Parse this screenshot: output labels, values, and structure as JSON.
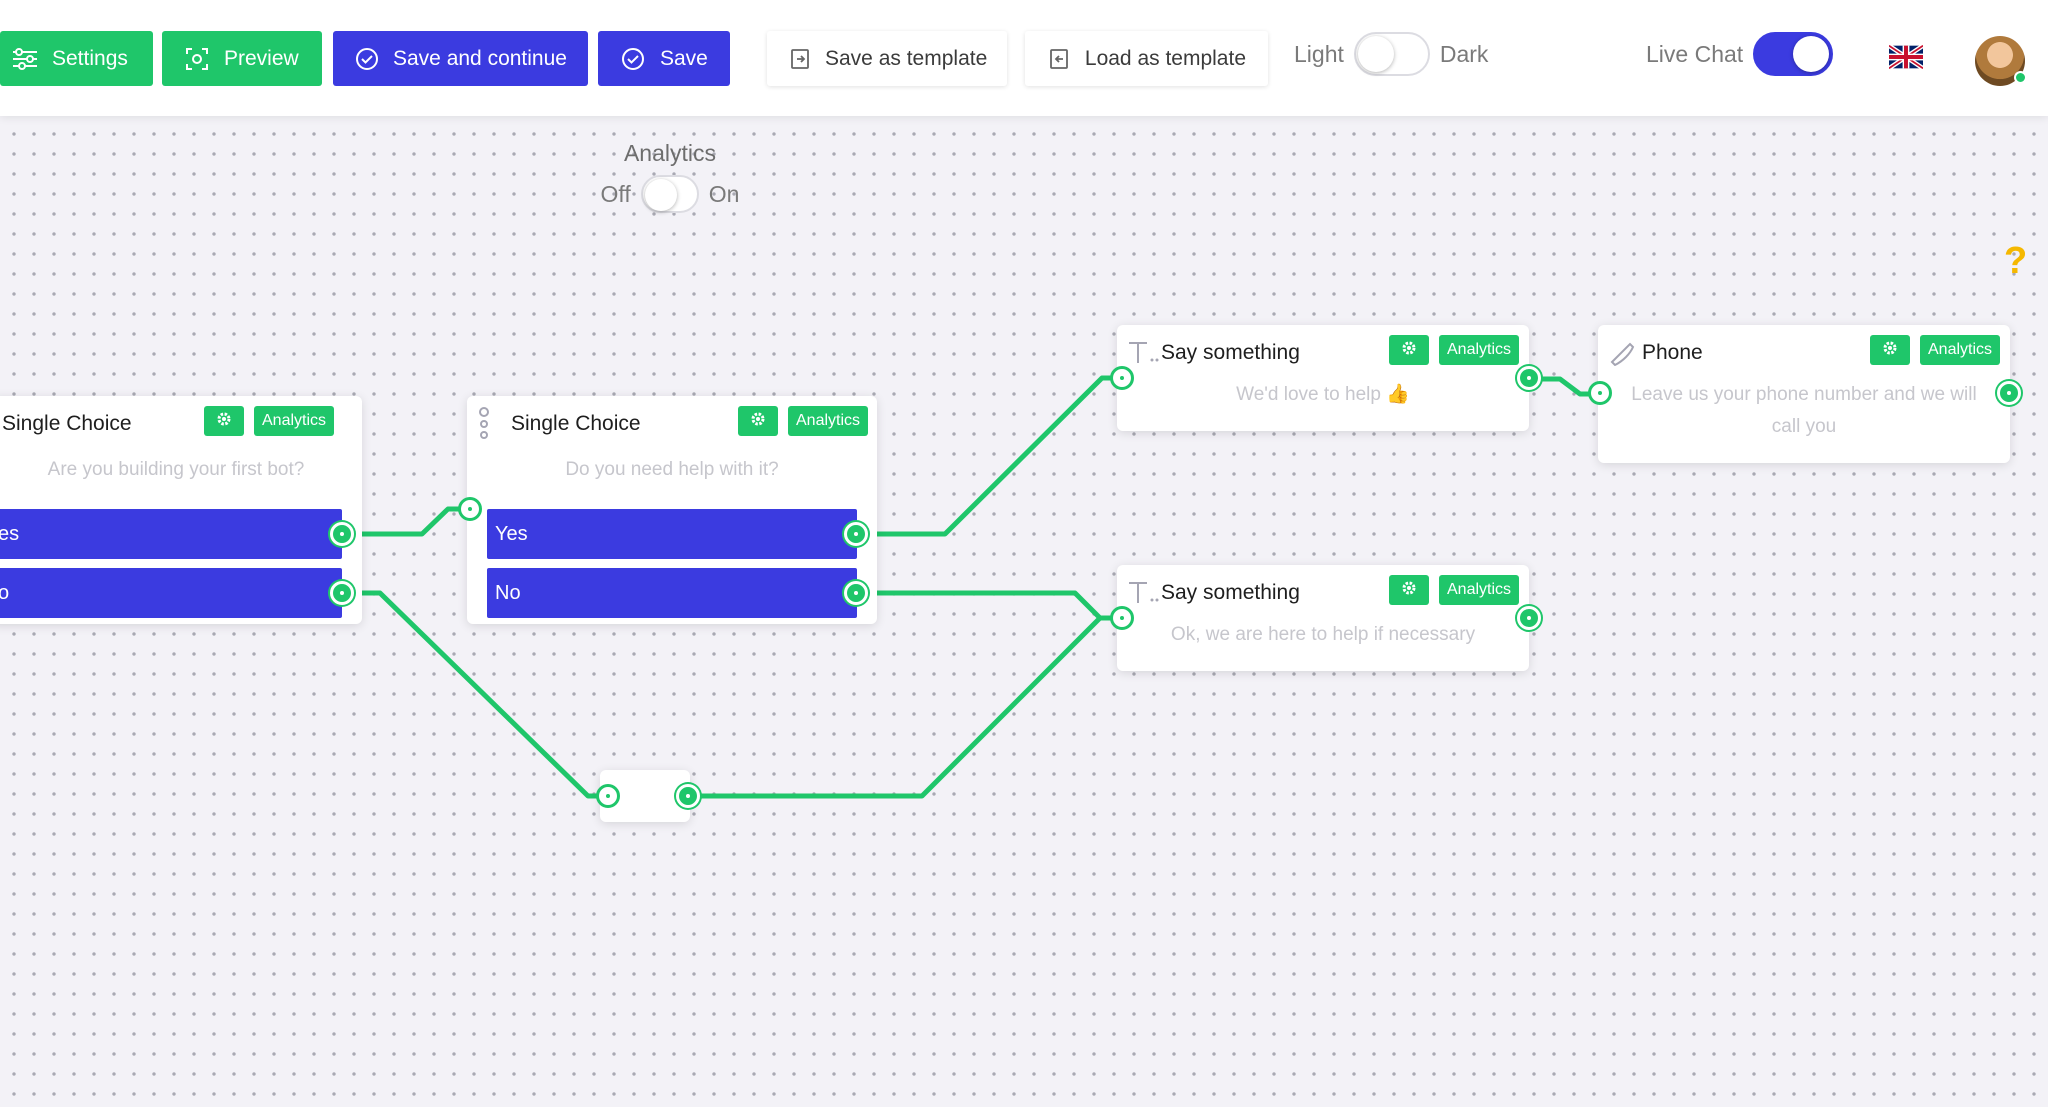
{
  "toolbar": {
    "settings_label": "Settings",
    "preview_label": "Preview",
    "save_continue_label": "Save and continue",
    "save_label": "Save",
    "save_template_label": "Save as template",
    "load_template_label": "Load as template",
    "theme_light": "Light",
    "theme_dark": "Dark",
    "live_chat_label": "Live Chat",
    "live_chat_on": true,
    "theme_dark_on": false
  },
  "analytics_toggle": {
    "title": "Analytics",
    "off_label": "Off",
    "on_label": "On",
    "enabled": false
  },
  "help": {
    "symbol": "?"
  },
  "colors": {
    "green": "#1fc66a",
    "blue": "#3b3be0",
    "help": "#f5b800"
  },
  "nodes": {
    "choice1": {
      "title": "Single Choice",
      "analytics": "Analytics",
      "text": "Are you building your first bot?",
      "options": [
        "es",
        "o"
      ]
    },
    "choice2": {
      "title": "Single Choice",
      "analytics": "Analytics",
      "text": "Do you need help with it?",
      "options": [
        "Yes",
        "No"
      ]
    },
    "say1": {
      "title": "Say something",
      "analytics": "Analytics",
      "text": "We'd love to help 👍"
    },
    "say2": {
      "title": "Say something",
      "analytics": "Analytics",
      "text": "Ok, we are here to help if necessary"
    },
    "phone": {
      "title": "Phone",
      "analytics": "Analytics",
      "text": "Leave us your phone number and we will call you"
    }
  }
}
